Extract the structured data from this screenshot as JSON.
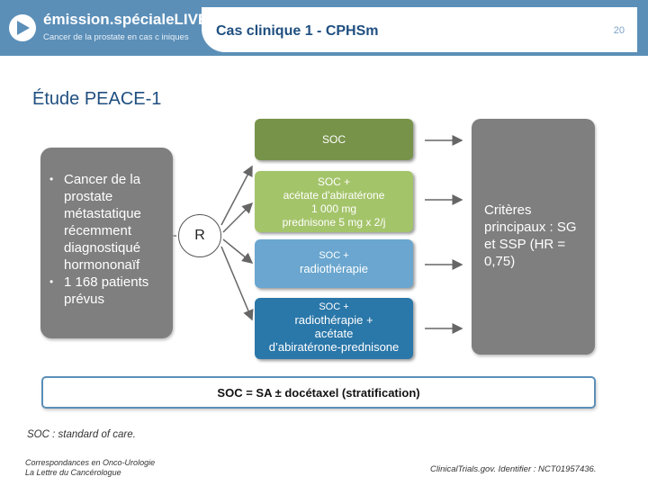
{
  "header": {
    "logo_title": "émission.spécialeLIVE",
    "logo_subtitle": "Cancer de la prostate en cas c iniques",
    "slide_title": "Cas clinique 1 - CPHSm",
    "page_number": "20",
    "colors": {
      "header_bg": "#5b8fb8",
      "title_text": "#1f4f80"
    }
  },
  "section_title": "Étude PEACE-1",
  "population": {
    "bullets": [
      "Cancer de la prostate métastatique récemment diagnostiqué hormononaïf",
      "1 168 patients prévus"
    ]
  },
  "randomization_label": "R",
  "arms": {
    "arm1": {
      "line1": "SOC"
    },
    "arm2": {
      "line1": "SOC +",
      "line2": "acétate d’abiratérone",
      "line3": "1 000 mg",
      "line4": "prednisone 5 mg x 2/j"
    },
    "arm3": {
      "line1": "SOC +",
      "line2": "radiothérapie"
    },
    "arm4": {
      "line1": "SOC +",
      "line2": "radiothérapie +",
      "line3": "acétate",
      "line4": "d’abiratérone-prednisone"
    }
  },
  "endpoints": "Critères principaux : SG et SSP (HR = 0,75)",
  "stratification": "SOC = SA ± docétaxel (stratification)",
  "footnote": "SOC : standard of care.",
  "source_left": {
    "line1": "Correspondances en Onco-Urologie",
    "line2": "La Lettre du Cancérologue"
  },
  "source_right": "ClinicalTrials.gov. Identifier : NCT01957436."
}
